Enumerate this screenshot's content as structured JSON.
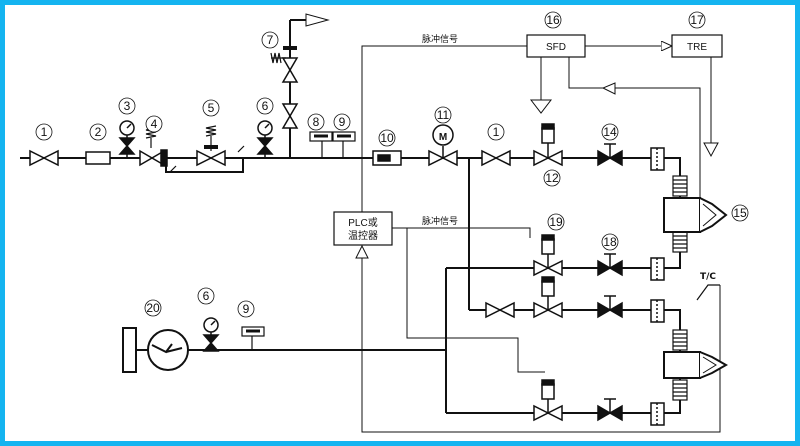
{
  "labels": {
    "pulse_signal_top": "脉冲信号",
    "pulse_signal_mid": "脉冲信号",
    "sfd": "SFD",
    "tre": "TRE",
    "plc_line1": "PLC或",
    "plc_line2": "温控器",
    "tc": "T/C",
    "motor_letter": "M"
  },
  "callouts": [
    {
      "id": "c1a",
      "text": "1"
    },
    {
      "id": "c2",
      "text": "2"
    },
    {
      "id": "c3",
      "text": "3"
    },
    {
      "id": "c4",
      "text": "4"
    },
    {
      "id": "c5",
      "text": "5"
    },
    {
      "id": "c6a",
      "text": "6"
    },
    {
      "id": "c7",
      "text": "7"
    },
    {
      "id": "c8",
      "text": "8"
    },
    {
      "id": "c9a",
      "text": "9"
    },
    {
      "id": "c10",
      "text": "10"
    },
    {
      "id": "c11",
      "text": "11"
    },
    {
      "id": "c1b",
      "text": "1"
    },
    {
      "id": "c12",
      "text": "12"
    },
    {
      "id": "c14",
      "text": "14"
    },
    {
      "id": "c15",
      "text": "15"
    },
    {
      "id": "c16",
      "text": "16"
    },
    {
      "id": "c17",
      "text": "17"
    },
    {
      "id": "c18",
      "text": "18"
    },
    {
      "id": "c19",
      "text": "19"
    },
    {
      "id": "c20",
      "text": "20"
    },
    {
      "id": "c6b",
      "text": "6"
    },
    {
      "id": "c9b",
      "text": "9"
    }
  ]
}
